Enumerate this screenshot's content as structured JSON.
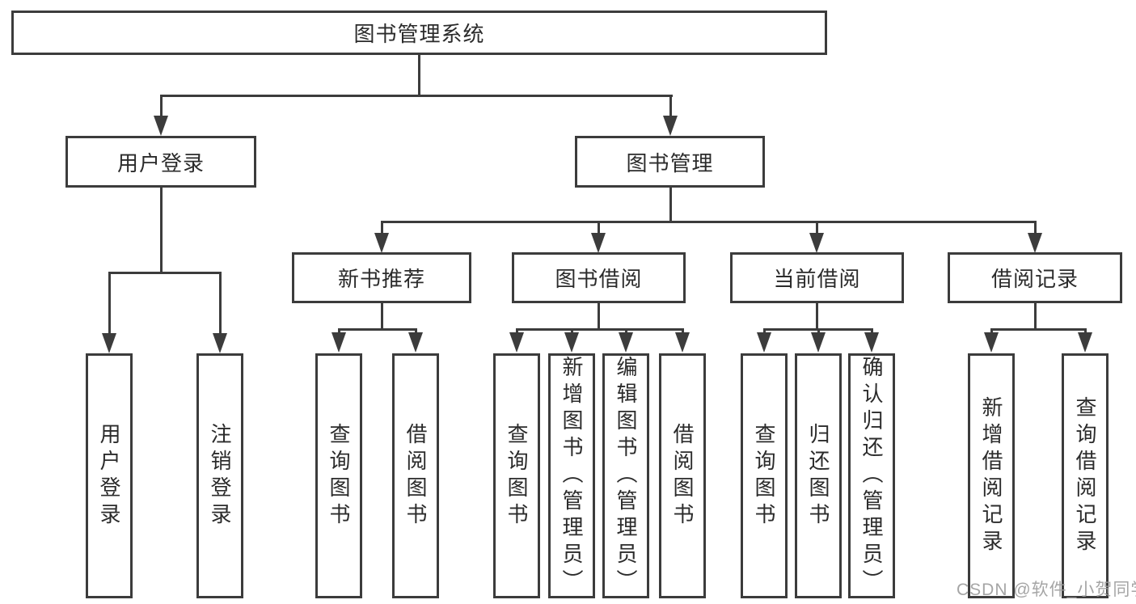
{
  "diagram": {
    "type": "hierarchy-functional-structure",
    "tree": {
      "label": "图书管理系统",
      "children": [
        {
          "label": "用户登录",
          "leaves": [
            "用户登录",
            "注销登录"
          ]
        },
        {
          "label": "图书管理",
          "children": [
            {
              "label": "新书推荐",
              "leaves": [
                "查询图书",
                "借阅图书"
              ]
            },
            {
              "label": "图书借阅",
              "leaves": [
                "查询图书",
                "新增图书（管理员）",
                "编辑图书（管理员）",
                "借阅图书"
              ]
            },
            {
              "label": "当前借阅",
              "leaves": [
                "查询图书",
                "归还图书",
                "确认归还（管理员）"
              ]
            },
            {
              "label": "借阅记录",
              "leaves": [
                "新增借阅记录",
                "查询借阅记录"
              ]
            }
          ]
        }
      ]
    }
  },
  "watermark": {
    "text": "CSDN @软件_小贺同学"
  },
  "colors": {
    "line": "#3c3c3c",
    "text": "#2b2b2b",
    "background": "#ffffff",
    "watermark": "#9b9b9b"
  }
}
